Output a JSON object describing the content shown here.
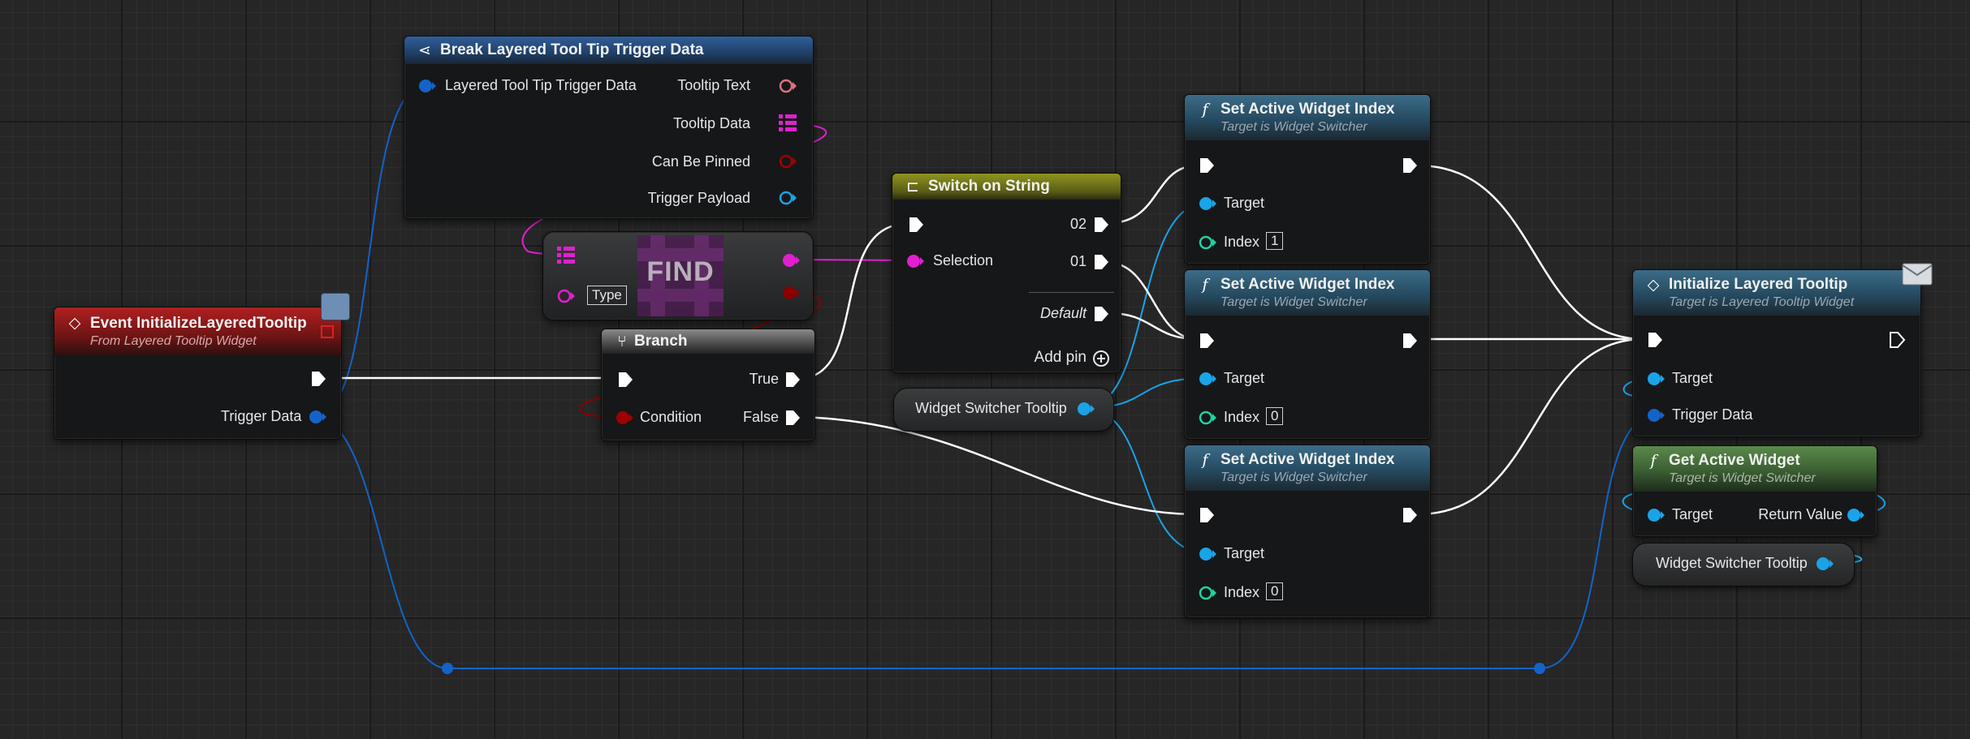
{
  "event_node": {
    "title": "Event InitializeLayeredTooltip",
    "subtitle": "From Layered Tooltip Widget",
    "pin_trigger_data": "Trigger Data"
  },
  "break_node": {
    "title": "Break Layered Tool Tip Trigger Data",
    "pin_input": "Layered Tool Tip Trigger Data",
    "pin_tooltip_text": "Tooltip Text",
    "pin_tooltip_data": "Tooltip Data",
    "pin_can_be_pinned": "Can Be Pinned",
    "pin_trigger_payload": "Trigger Payload"
  },
  "find_node": {
    "title": "FIND",
    "pin_type": "Type"
  },
  "branch_node": {
    "title": "Branch",
    "pin_condition": "Condition",
    "pin_true": "True",
    "pin_false": "False"
  },
  "switch_node": {
    "title": "Switch on String",
    "pin_selection": "Selection",
    "pin_02": "02",
    "pin_01": "01",
    "pin_default": "Default",
    "add_pin": "Add pin"
  },
  "widget_switcher_var_1": {
    "label": "Widget Switcher Tooltip"
  },
  "set_index_nodes": [
    {
      "title": "Set Active Widget Index",
      "subtitle": "Target is Widget Switcher",
      "pin_target": "Target",
      "pin_index": "Index",
      "index_value": "1"
    },
    {
      "title": "Set Active Widget Index",
      "subtitle": "Target is Widget Switcher",
      "pin_target": "Target",
      "pin_index": "Index",
      "index_value": "0"
    },
    {
      "title": "Set Active Widget Index",
      "subtitle": "Target is Widget Switcher",
      "pin_target": "Target",
      "pin_index": "Index",
      "index_value": "0"
    }
  ],
  "init_node": {
    "title": "Initialize Layered Tooltip",
    "subtitle": "Target is Layered Tooltip Widget",
    "pin_target": "Target",
    "pin_trigger_data": "Trigger Data"
  },
  "get_widget_node": {
    "title": "Get Active Widget",
    "subtitle": "Target is Widget Switcher",
    "pin_target": "Target",
    "pin_return": "Return Value"
  },
  "widget_switcher_var_2": {
    "label": "Widget Switcher Tooltip"
  },
  "colors": {
    "exec": "#ffffff",
    "struct_pin": "#1463c8",
    "object_pin": "#1ba3e8",
    "map_pin": "#e020d0",
    "bool_pin": "#a00000",
    "int_pin": "#1fd4a0",
    "event_header": "#b02020",
    "function_header": "#2f5f7a",
    "pure_header": "#5a8a4a",
    "switch_header": "#8f9420"
  }
}
